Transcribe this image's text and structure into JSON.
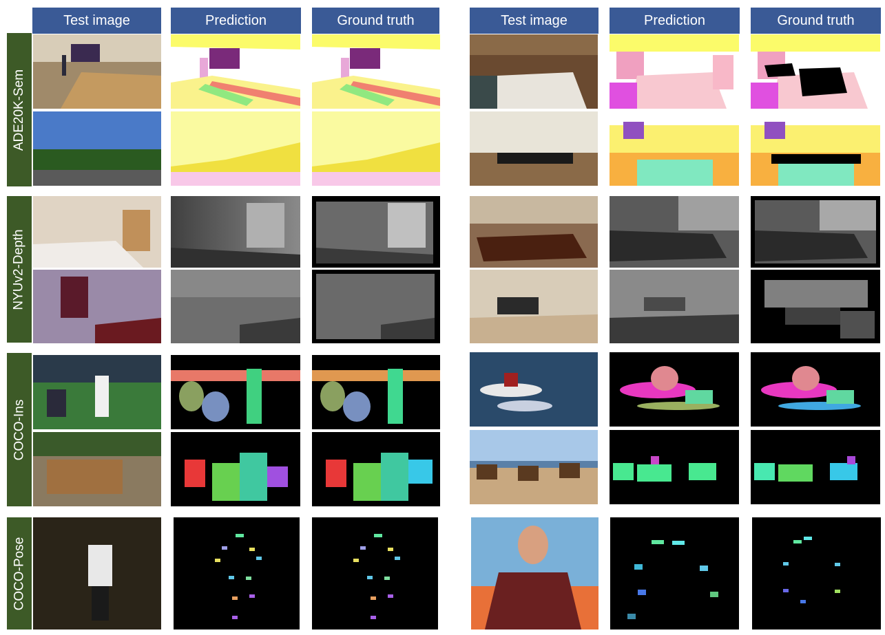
{
  "headers": {
    "left_test": "Test image",
    "left_pred": "Prediction",
    "left_gt": "Ground truth",
    "right_test": "Test image",
    "right_pred": "Prediction",
    "right_gt": "Ground truth"
  },
  "rows": {
    "ade": "ADE20K-Sem",
    "nyu": "NYUv2-Depth",
    "coco_ins": "COCO-Ins",
    "coco_pose": "COCO-Pose"
  }
}
